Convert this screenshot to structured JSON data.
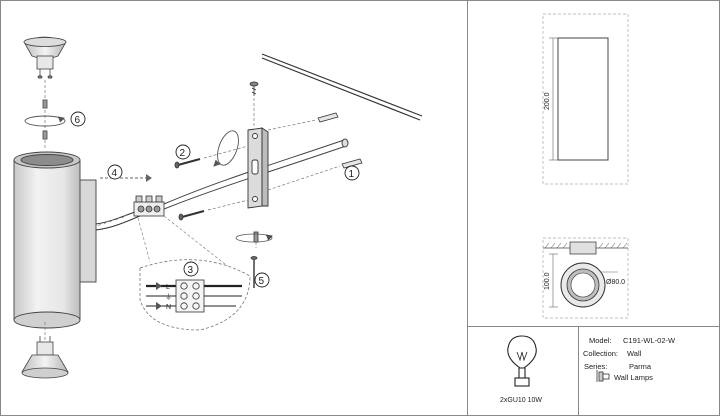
{
  "steps": {
    "s1": "1",
    "s2": "2",
    "s3": "3",
    "s4": "4",
    "s5": "5",
    "s6": "6"
  },
  "terminal_labels": {
    "live": "L",
    "earth": "⏚",
    "neutral": "N"
  },
  "dimensions": {
    "height": "200.0",
    "depth": "100.0",
    "diameter": "Ø80.0"
  },
  "bulb_spec": "2xGU10 10W",
  "info_block": {
    "model_label": "Model:",
    "model_value": "C191-WL-02-W",
    "collection_label": "Collection:",
    "collection_value": "Wall",
    "series_label": "Series:",
    "series_value": "Parma",
    "category_value": "Wall Lamps"
  }
}
